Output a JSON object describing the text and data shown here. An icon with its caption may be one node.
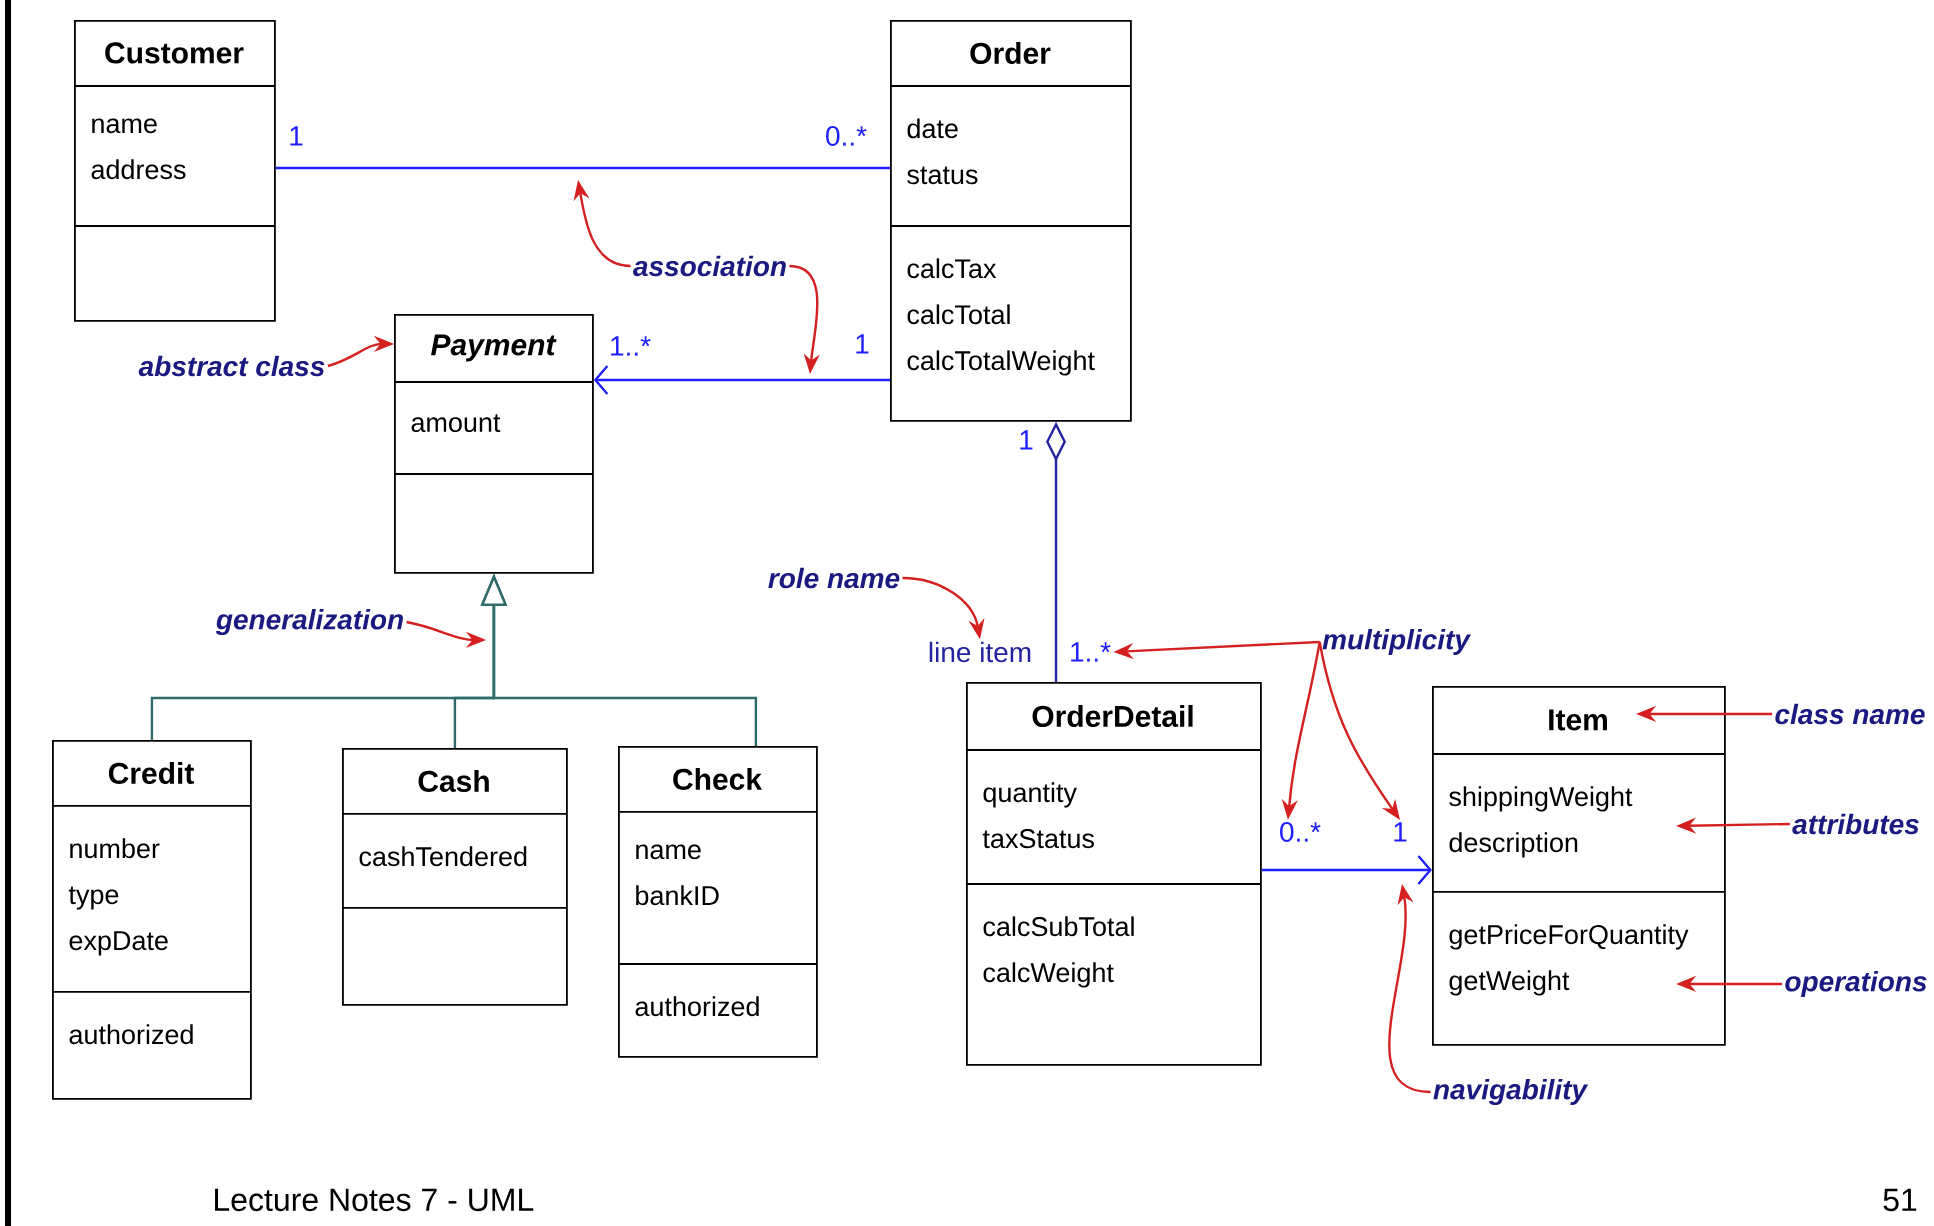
{
  "diagram": {
    "nodes": [
      {
        "text": [
          "Customer",
          "name address"
        ]
      },
      {
        "text": [
          "Order",
          "date status",
          "calcTax calcTotal calcTotalWeight"
        ]
      },
      {
        "text": [
          "association"
        ]
      },
      {
        "text": [
          "abstract class"
        ]
      },
      {
        "text": [
          "Payment",
          "amount"
        ]
      },
      {
        "text": [
          "generalization"
        ]
      },
      {
        "text": [
          "role name"
        ]
      },
      {
        "text": [
          "multiplicity"
        ]
      },
      {
        "text": [
          "OrderDetail",
          "quantity taxStatus",
          "calcSubTotal calcWeight"
        ]
      },
      {
        "text": [
          "Item",
          "shippingWeight description",
          "getPriceForQuantity getWeight"
        ]
      },
      {
        "text": [
          "class name"
        ]
      },
      {
        "text": [
          "attributes"
        ]
      },
      {
        "text": [
          "Credit",
          "number type expDate",
          "authorized"
        ]
      },
      {
        "text": [
          "Cash",
          "cashTendered"
        ]
      },
      {
        "text": [
          "Check",
          "name bankID",
          "authorized"
        ]
      },
      {
        "text": [
          "operations"
        ]
      },
      {
        "text": [
          "navigability"
        ]
      },
      {
        "text": [
          "line item"
        ]
      },
      {
        "text": [
          "1..*"
        ]
      },
      {
        "text": [
          "0..*"
        ]
      },
      {
        "text": [
          "1"
        ]
      }
    ],
    "edges": [
      {
        "from": 0,
        "to": 1,
        "arrow": "none",
        "color": "#1f1fff"
      },
      {
        "from": 1,
        "to": 4,
        "arrow": "to",
        "color": "#1f1fff"
      },
      {
        "from": 1,
        "to": 8,
        "arrow": "other",
        "color": "#2323a0"
      },
      {
        "from": 8,
        "to": 9,
        "arrow": "to",
        "color": "#1f1fff"
      },
      {
        "from": 12,
        "to": 4,
        "arrow": "to",
        "color": "#2f6b6b"
      },
      {
        "from": 13,
        "to": 4,
        "arrow": "to",
        "color": "#2f6b6b"
      },
      {
        "from": 14,
        "to": 4,
        "arrow": "to",
        "color": "#2f6b6b"
      },
      {
        "from": 2,
        "to": null,
        "arrow": "to"
      },
      {
        "from": 2,
        "to": null,
        "arrow": "to"
      },
      {
        "from": 3,
        "to": 4,
        "arrow": "to"
      },
      {
        "from": 5,
        "to": null,
        "arrow": "to"
      },
      {
        "from": 6,
        "to": 17,
        "arrow": "to"
      },
      {
        "from": 7,
        "to": 18,
        "arrow": "to"
      },
      {
        "from": 7,
        "to": 19,
        "arrow": "to"
      },
      {
        "from": 7,
        "to": 20,
        "arrow": "to"
      },
      {
        "from": 10,
        "to": 9,
        "arrow": "to"
      },
      {
        "from": 11,
        "to": 9,
        "arrow": "to"
      },
      {
        "from": 15,
        "to": 9,
        "arrow": "to"
      },
      {
        "from": 16,
        "to": 9,
        "arrow": "to"
      }
    ],
    "labels": [
      "1",
      "0..*",
      "1..*",
      "1",
      "1",
      "Lecture Notes 7 - UML",
      "51"
    ]
  }
}
